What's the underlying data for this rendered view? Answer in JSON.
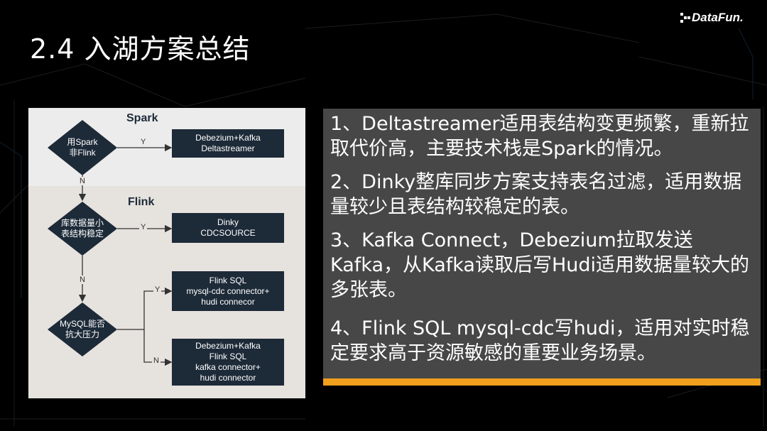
{
  "page": {
    "title": "2.4 入湖方案总结",
    "logo_text": "DataFun."
  },
  "diagram": {
    "sections": {
      "spark": "Spark",
      "flink": "Flink"
    },
    "decisions": {
      "d1": [
        "用Spark",
        "非Flink"
      ],
      "d2": [
        "库数据量小",
        "表结构稳定"
      ],
      "d3": [
        "MySQL能否",
        "抗大压力"
      ]
    },
    "targets": {
      "t1": [
        "Debezium+Kafka",
        "Deltastreamer"
      ],
      "t2": [
        "Dinky",
        "CDCSOURCE"
      ],
      "t3": [
        "Flink SQL",
        "mysql-cdc connector+",
        "hudi connecor"
      ],
      "t4": [
        "Debezium+Kafka",
        "Flink SQL",
        "kafka connector+",
        "hudi connector"
      ]
    },
    "edge_labels": {
      "yes": "Y",
      "no": "N"
    }
  },
  "summary": {
    "items": [
      "1、Deltastreamer适用表结构变更频繁，重新拉取代价高，主要技术栈是Spark的情况。",
      "2、Dinky整库同步方案支持表名过滤，适用数据量较少且表结构较稳定的表。",
      "3、Kafka Connect，Debezium拉取发送Kafka，从Kafka读取后写Hudi适用数据量较大的多张表。",
      "4、Flink SQL mysql-cdc写hudi，适用对实时稳定要求高于资源敏感的重要业务场景。"
    ]
  },
  "colors": {
    "background": "#000000",
    "node": "#1d2a38",
    "spark_panel": "#ececec",
    "flink_panel": "#e6e2de",
    "accent_bar": "#f0a01c",
    "textbox": "#4b4b4b"
  }
}
